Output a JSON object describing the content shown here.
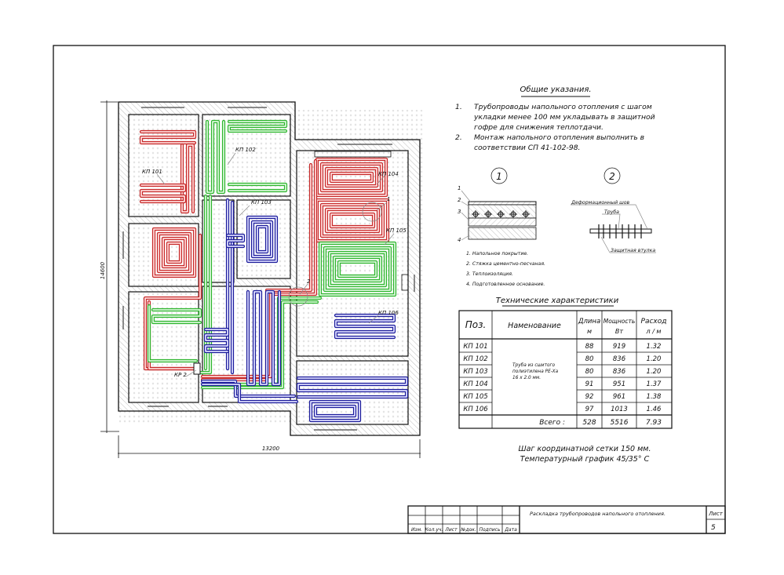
{
  "colors": {
    "red": "#c62a2a",
    "green": "#2fb52f",
    "blue": "#1c1c9a",
    "red_tint": "#ffd9d9",
    "green_tint": "#d9f7d9",
    "blue_tint": "#dcdcff"
  },
  "plan": {
    "labels": {
      "kp101": "КП 101",
      "kp102": "КП 102",
      "kp103": "КП 103",
      "kp104": "КП 104",
      "kp105": "КП 105",
      "kp106": "КП 106",
      "kr2": "КР 2",
      "callout1": "1",
      "callout2": "2"
    },
    "dim_width": "13200",
    "dim_height": "14600"
  },
  "notes": {
    "title": "Общие указания.",
    "items": [
      {
        "num": "1.",
        "lines": [
          "Трубопроводы напольного отопления с шагом",
          "укладки менее  100  мм укладывать в защитной",
          "гофре для снижения теплотдачи."
        ]
      },
      {
        "num": "2.",
        "lines": [
          "Монтаж напольного отопления выполнить в",
          "соответствии СП 41-102-98."
        ]
      }
    ]
  },
  "details": {
    "detail1_num": "1",
    "detail2_num": "2",
    "layer_marks": [
      "1",
      "2",
      "3",
      "4"
    ],
    "legend": [
      "1. Напольное покрытие.",
      "2. Стяжка цементно-песчаная.",
      "3. Теплоизоляция.",
      "4. Подготовленное основание."
    ],
    "joint_label": "Деформационный шов",
    "pipe_label": "Труба",
    "sleeve_label": "Защитная втулка"
  },
  "table": {
    "title": "Технические характеристики",
    "headers": {
      "pos": "Поз.",
      "name": "Наменование",
      "length": "Длина",
      "length_unit": "м",
      "power": "Мощность",
      "power_unit": "Вт",
      "flow": "Расход",
      "flow_unit": "л / м"
    },
    "description": [
      "Труба из сшитого",
      "полиэтилена PE-Xa",
      "16 x 2.0 мм."
    ],
    "rows": [
      {
        "pos": "КП 101",
        "length": "88",
        "power": "919",
        "flow": "1.32"
      },
      {
        "pos": "КП 102",
        "length": "80",
        "power": "836",
        "flow": "1.20"
      },
      {
        "pos": "КП 103",
        "length": "80",
        "power": "836",
        "flow": "1.20"
      },
      {
        "pos": "КП 104",
        "length": "91",
        "power": "951",
        "flow": "1.37"
      },
      {
        "pos": "КП 105",
        "length": "92",
        "power": "961",
        "flow": "1.38"
      },
      {
        "pos": "КП 106",
        "length": "97",
        "power": "1013",
        "flow": "1.46"
      }
    ],
    "total": {
      "label": "Всего :",
      "length": "528",
      "power": "5516",
      "flow": "7.93"
    }
  },
  "footer_notes": [
    "Шаг координатной сетки  150 мм.",
    "Температурный график  45/35° С"
  ],
  "title_block": {
    "title": "Раскладка трубопроводов напольного отопления.",
    "columns": [
      "Изм.",
      "Кол.уч.",
      "Лист",
      "№док.",
      "Подпись",
      "Дата"
    ],
    "sheet_label": "Лист",
    "sheet_number": "5"
  }
}
